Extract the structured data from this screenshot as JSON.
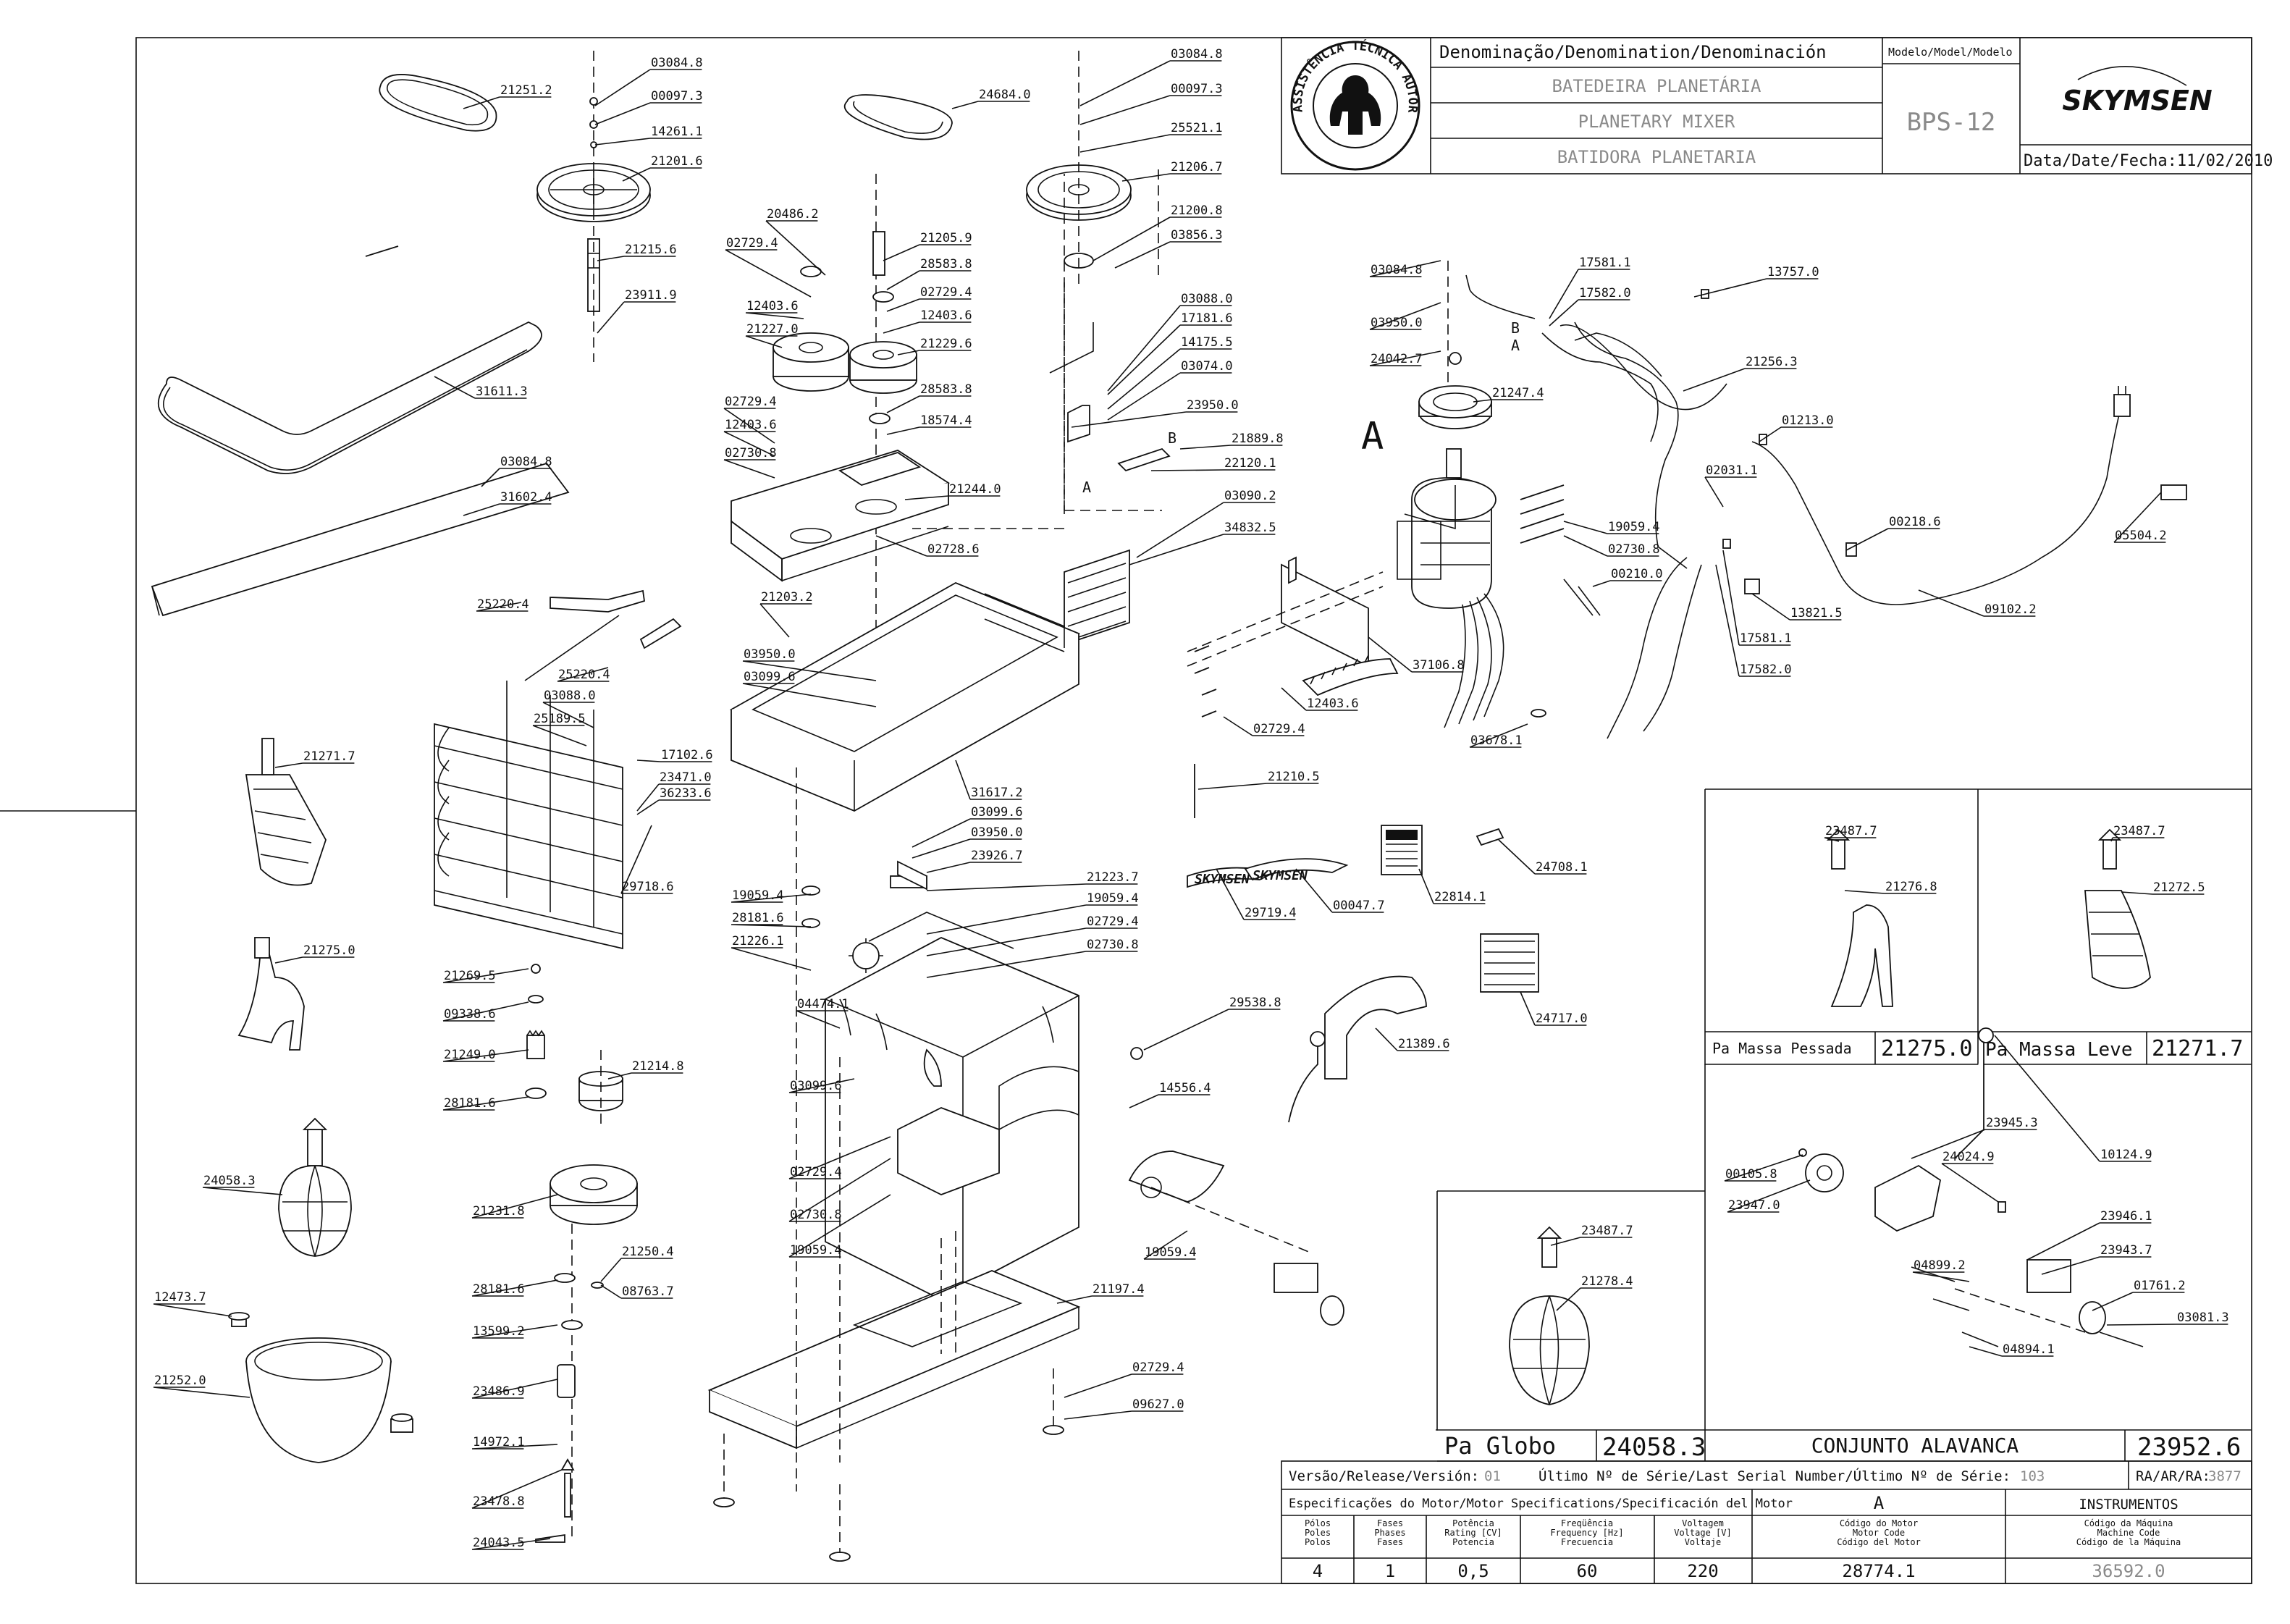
{
  "title_block": {
    "denomination_header": "Denominação/Denomination/Denominación",
    "model_header": "Modelo/Model/Modelo",
    "name_pt": "BATEDEIRA PLANETÁRIA",
    "name_en": "PLANETARY MIXER",
    "name_es": "BATIDORA PLANETARIA",
    "model": "BPS-12",
    "brand": "SKYMSEN",
    "date_label": "Data/Date/Fecha:",
    "date_value": "11/02/2010",
    "seal_text": "ASSISTÊNCIA TÉCNICA AUTORIZADA"
  },
  "annotations": {
    "assembly_letter": "A",
    "wire_letter_a": "A",
    "wire_letter_b": "B"
  },
  "insets": {
    "heavy_paddle_label": "Pa Massa Pessada",
    "heavy_paddle_code": "21275.0",
    "light_paddle_label": "Pa Massa Leve",
    "light_paddle_code": "21271.7",
    "globe_label": "Pa Globo",
    "globe_code": "24058.3",
    "lever_label": "CONJUNTO ALAVANCA",
    "lever_code": "23952.6"
  },
  "footer": {
    "version_label": "Versão/Release/Versión:",
    "version_value": "01",
    "serial_label": "Último Nº de Série/Last Serial Number/Último Nº de Série:",
    "serial_value": "103",
    "ra_label": "RA/AR/RA:",
    "ra_value": "3877",
    "motor_spec_label": "Especificações do Motor/Motor Specifications/Specificación del Motor",
    "motor_col_a": "A",
    "instruments": "INSTRUMENTOS",
    "poles_label": "Pólos\nPoles\nPolos",
    "phases_label": "Fases\nPhases\nFases",
    "power_label": "Potência\nRating [CV]\nPotencia",
    "freq_label": "Freqüência\nFrequency [Hz]\nFrecuencia",
    "volt_label": "Voltagem\nVoltage [V]\nVoltaje",
    "motor_code_label": "Código do Motor\nMotor Code\nCódigo del Motor",
    "machine_code_label": "Código da Máquina\nMachine Code\nCódigo de la Máquina",
    "poles": "4",
    "phases": "1",
    "power": "0,5",
    "freq": "60",
    "volt": "220",
    "motor_code": "28774.1",
    "machine_code": "36592.0"
  },
  "part_labels": [
    "03084.8",
    "21251.2",
    "00097.3",
    "14261.1",
    "21201.6",
    "21215.6",
    "23911.9",
    "31611.3",
    "03084.8",
    "31602.4",
    "25220.4",
    "25220.4",
    "03088.0",
    "25189.5",
    "17102.6",
    "23471.0",
    "36233.6",
    "29718.6",
    "21271.7",
    "21275.0",
    "21269.5",
    "09338.6",
    "21249.0",
    "28181.6",
    "21214.8",
    "24058.3",
    "21231.8",
    "21250.4",
    "28181.6",
    "08763.7",
    "13599.2",
    "12473.7",
    "21252.0",
    "23486.9",
    "14972.1",
    "23478.8",
    "24043.5",
    "03084.8",
    "24684.0",
    "00097.3",
    "25521.1",
    "21206.7",
    "21200.8",
    "03856.3",
    "20486.2",
    "02729.4",
    "21205.9",
    "28583.8",
    "02729.4",
    "12403.6",
    "12403.6",
    "21227.0",
    "21229.6",
    "28583.8",
    "18574.4",
    "02729.4",
    "12403.6",
    "02730.8",
    "21244.0",
    "02728.6",
    "21203.2",
    "03950.0",
    "03099.6",
    "03088.0",
    "17181.6",
    "14175.5",
    "03074.0",
    "23950.0",
    "21889.8",
    "22120.1",
    "03090.2",
    "34832.5",
    "31617.2",
    "03099.6",
    "03950.0",
    "23926.7",
    "19059.4",
    "28181.6",
    "21226.1",
    "21223.7",
    "19059.4",
    "02729.4",
    "02730.8",
    "04474.1",
    "03099.6",
    "29538.8",
    "14556.4",
    "02729.4",
    "02730.8",
    "19059.4",
    "19059.4",
    "21197.4",
    "02729.4",
    "09627.0",
    "29719.4",
    "00047.7",
    "22814.1",
    "24708.1",
    "24717.0",
    "21389.6",
    "21210.5",
    "03084.8",
    "03950.0",
    "24042.7",
    "21247.4",
    "17581.1",
    "17582.0",
    "13757.0",
    "21256.3",
    "01213.0",
    "02031.1",
    "00218.6",
    "05504.2",
    "19059.4",
    "02730.8",
    "00210.0",
    "13821.5",
    "17581.1",
    "17582.0",
    "09102.2",
    "37106.8",
    "12403.6",
    "02729.4",
    "03678.1",
    "23487.7",
    "21276.8",
    "23487.7",
    "21272.5",
    "23487.7",
    "21278.4",
    "23945.3",
    "00105.8",
    "24024.9",
    "10124.9",
    "23947.0",
    "23946.1",
    "23943.7",
    "04899.2",
    "01761.2",
    "03081.3",
    "04894.1"
  ]
}
